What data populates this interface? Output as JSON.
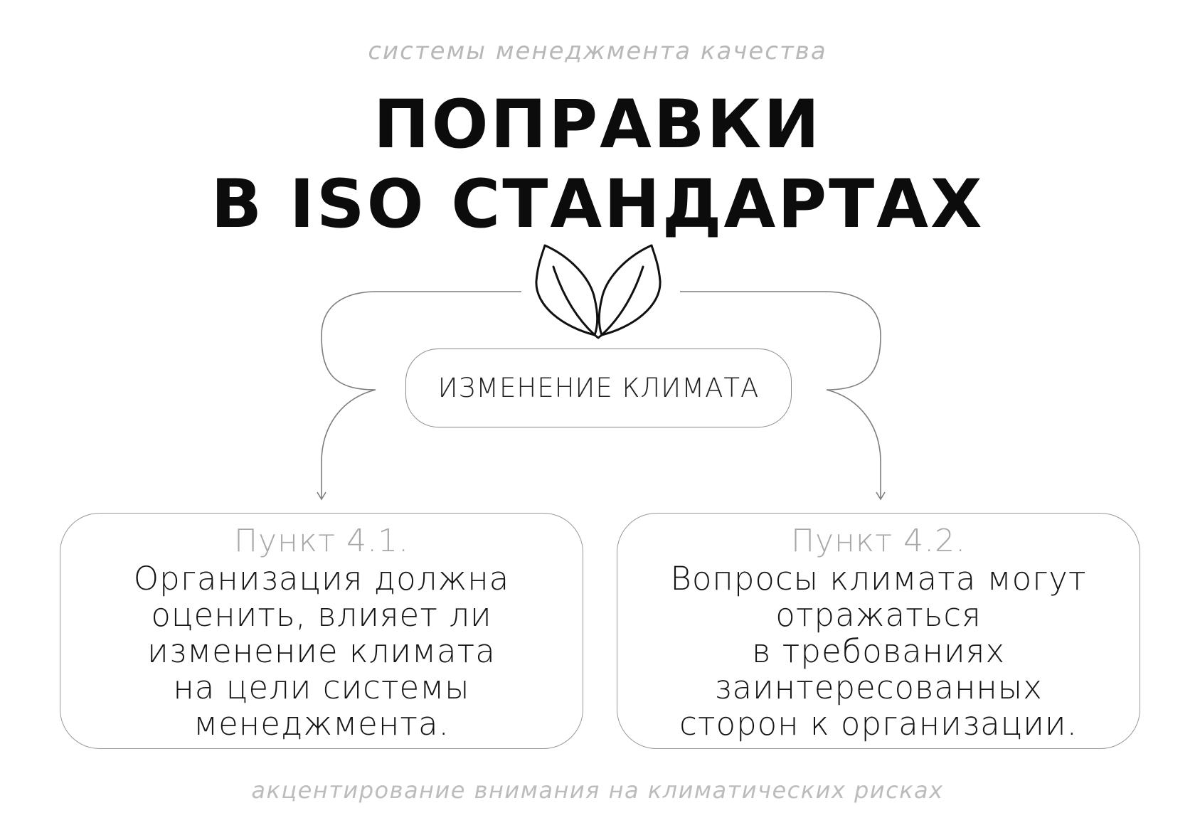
{
  "header": {
    "subtitle": "системы менеджмента качества",
    "title_line1": "ПОПРАВКИ",
    "title_line2": "В ISO СТАНДАРТАХ"
  },
  "icon": "leaves-icon",
  "center": {
    "label": "ИЗМЕНЕНИЕ КЛИМАТА"
  },
  "cards": [
    {
      "heading": "Пункт 4.1.",
      "lines": [
        "Организация должна",
        "оценить, влияет ли",
        "изменение климата",
        "на цели системы",
        "менеджмента."
      ]
    },
    {
      "heading": "Пункт 4.2.",
      "lines": [
        "Вопросы климата могут",
        "отражаться",
        "в требованиях",
        "заинтересованных",
        "сторон к организации."
      ]
    }
  ],
  "footer": {
    "caption": "акцентирование внимания на климатических рисках"
  },
  "colors": {
    "text": "#111111",
    "muted": "#b8b8b8",
    "line": "#8a8a8a"
  }
}
